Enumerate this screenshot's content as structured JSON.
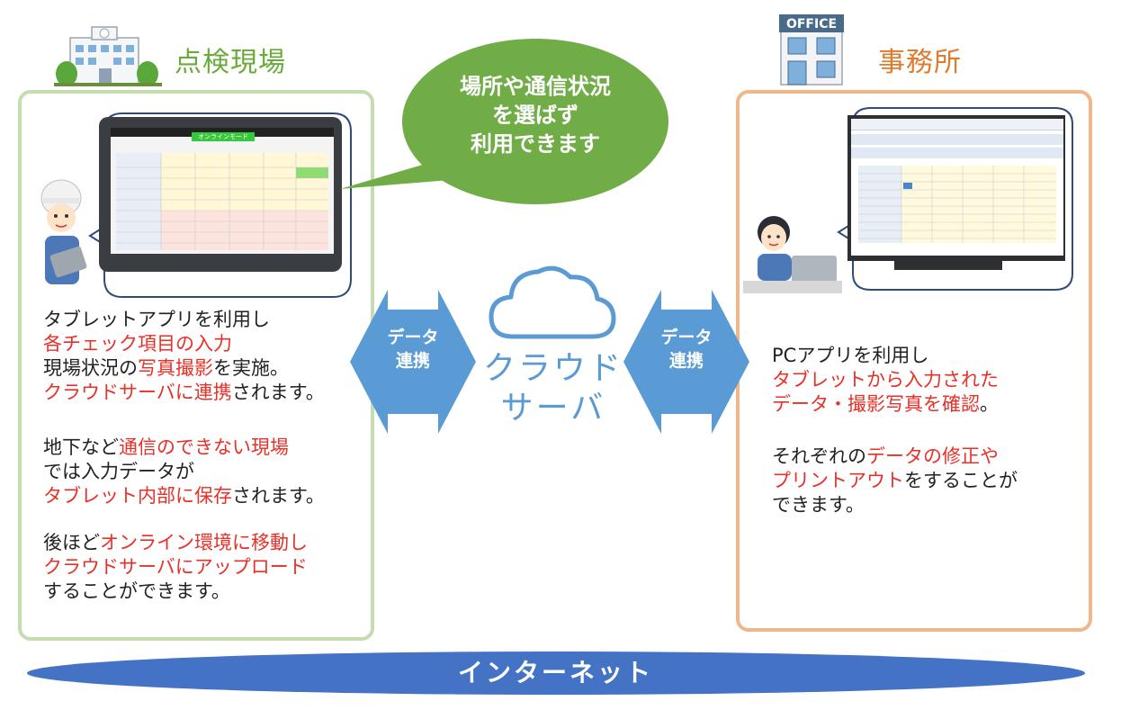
{
  "site": {
    "title": "点検現場",
    "lines": [
      [
        {
          "t": "タブレットアプリを利用し",
          "r": false
        }
      ],
      [
        {
          "t": "各チェック項目の入力",
          "r": true
        }
      ],
      [
        {
          "t": "現場状況の",
          "r": false
        },
        {
          "t": "写真撮影",
          "r": true
        },
        {
          "t": "を実施。",
          "r": false
        }
      ],
      [
        {
          "t": "クラウドサーバに連携",
          "r": true
        },
        {
          "t": "されます。",
          "r": false
        }
      ]
    ],
    "lines2": [
      [
        {
          "t": "地下など",
          "r": false
        },
        {
          "t": "通信のできない現場",
          "r": true
        }
      ],
      [
        {
          "t": "では入力データが",
          "r": false
        }
      ],
      [
        {
          "t": "タブレット内部に保存",
          "r": true
        },
        {
          "t": "されます。",
          "r": false
        }
      ]
    ],
    "lines3": [
      [
        {
          "t": "後ほど",
          "r": false
        },
        {
          "t": "オンライン環境に移動し",
          "r": true
        }
      ],
      [
        {
          "t": "クラウドサーバにアップロード",
          "r": true
        }
      ],
      [
        {
          "t": "することができます。",
          "r": false
        }
      ]
    ],
    "tablet_mode": "オンラインモード"
  },
  "office": {
    "title": "事務所",
    "sign": "OFFICE",
    "lines": [
      [
        {
          "t": "PCアプリを利用し",
          "r": false
        }
      ],
      [
        {
          "t": "タブレットから入力された",
          "r": true
        }
      ],
      [
        {
          "t": "データ・撮影写真を確認",
          "r": true
        },
        {
          "t": "。",
          "r": false
        }
      ]
    ],
    "lines2": [
      [
        {
          "t": "それぞれの",
          "r": false
        },
        {
          "t": "データの修正や",
          "r": true
        }
      ],
      [
        {
          "t": "プリントアウト",
          "r": true
        },
        {
          "t": "をすることが",
          "r": false
        }
      ],
      [
        {
          "t": "できます。",
          "r": false
        }
      ]
    ]
  },
  "bubble": {
    "line1": "場所や通信状況",
    "line2": "を選ばず",
    "line3": "利用できます"
  },
  "arrow_left": {
    "line1": "データ",
    "line2": "連携"
  },
  "arrow_right": {
    "line1": "データ",
    "line2": "連携"
  },
  "cloud": {
    "line1": "クラウド",
    "line2": "サーバ"
  },
  "internet": "インターネット",
  "colors": {
    "green": "#6aaa3a",
    "orange": "#e07a2d",
    "blue": "#5b9bd5",
    "red": "#e83028",
    "navy": "#4472c4",
    "bubble": "#70ad47"
  }
}
